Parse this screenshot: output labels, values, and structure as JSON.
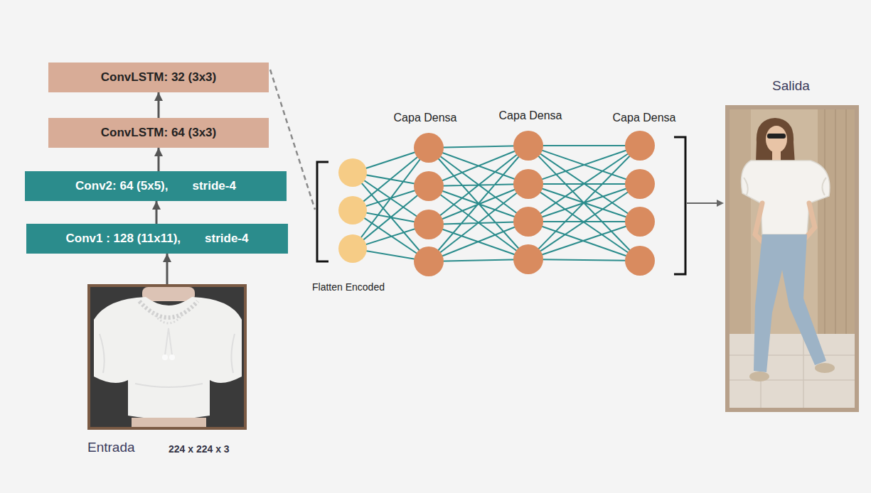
{
  "diagram": {
    "nodes": [
      {
        "text": [
          "Entrada",
          "224 x 224 x 3"
        ]
      },
      {
        "text": [
          "Conv1 : 128 (11x11),",
          "stride-4"
        ]
      },
      {
        "text": [
          "Conv2: 64 (5x5),",
          "stride-4"
        ]
      },
      {
        "text": [
          "ConvLSTM: 64 (3x3)"
        ]
      },
      {
        "text": [
          "ConvLSTM: 32 (3x3)"
        ]
      },
      {
        "text": [
          "Salida"
        ]
      }
    ],
    "edges": [
      {
        "from": 0,
        "to": 1,
        "arrow": "to"
      },
      {
        "from": 1,
        "to": 2,
        "arrow": "to"
      },
      {
        "from": 2,
        "to": 3,
        "arrow": "to"
      },
      {
        "from": 3,
        "to": 4,
        "arrow": "to"
      }
    ],
    "labels": [
      "Capa Densa",
      "Capa Densa",
      "Capa Densa",
      "Flatten Encoded"
    ]
  }
}
